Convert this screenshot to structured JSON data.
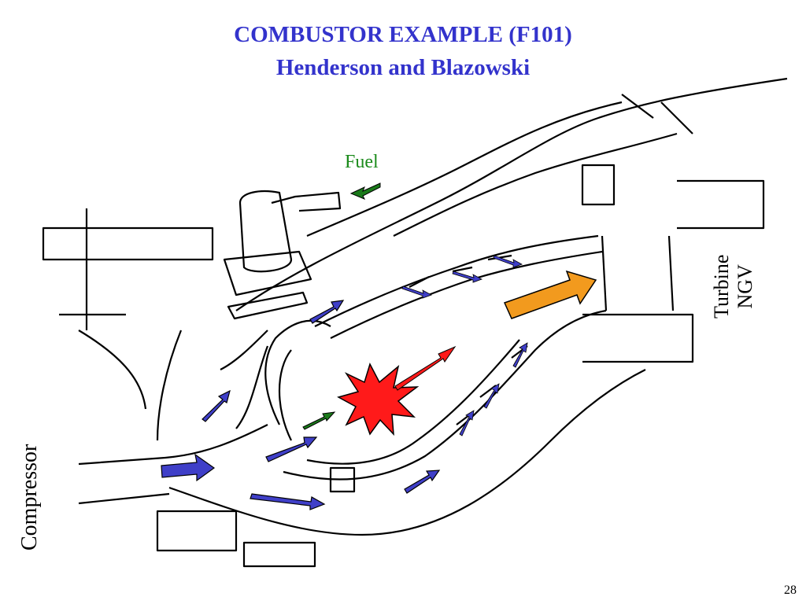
{
  "title_line1": "COMBUSTOR EXAMPLE (F101)",
  "title_line2": "Henderson and Blazowski",
  "labels": {
    "fuel": "Fuel",
    "compressor": "Compressor",
    "turbine_line1": "Turbine",
    "turbine_line2": "NGV"
  },
  "page_number": "28",
  "colors": {
    "title": "#3333cc",
    "air_arrow": "#3f3fc8",
    "fuel_arrow": "#1a7a1a",
    "flame": "#ff1a1a",
    "exit_arrow": "#f29a1e"
  }
}
